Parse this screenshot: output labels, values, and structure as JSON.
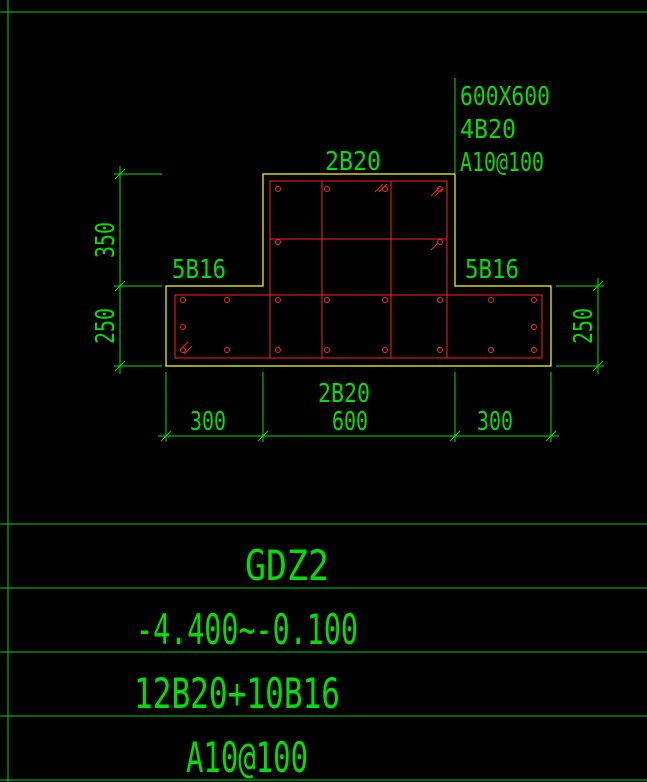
{
  "drawing": {
    "section_size": "600X600",
    "corner_bars": "4B20",
    "stirrups_note": "A10@100",
    "top_bars": "2B20",
    "left_wing_bars": "5B16",
    "right_wing_bars": "5B16",
    "bottom_bars": "2B20",
    "dim_left_upper": "350",
    "dim_left_lower": "250",
    "dim_right": "250",
    "dim_bottom_left": "300",
    "dim_bottom_mid": "600",
    "dim_bottom_right": "300"
  },
  "table": {
    "name": "GDZ2",
    "elevation": "-4.400~-0.100",
    "longitudinal": "12B20+10B16",
    "stirrup": "A10@100"
  },
  "colors": {
    "background": "#000000",
    "frame": "#00d000",
    "outline": "#ffff00",
    "rebar": "#ff2020",
    "text": "#00e000"
  }
}
